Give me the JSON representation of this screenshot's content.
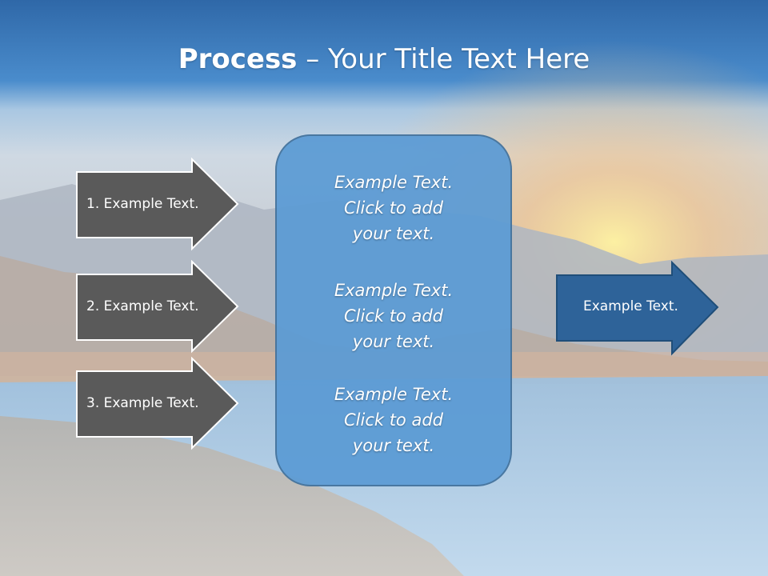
{
  "slide": {
    "title_bold": "Process",
    "title_rest": " – Your Title Text Here"
  },
  "left_steps": [
    {
      "label": "1. Example Text."
    },
    {
      "label": "2. Example Text."
    },
    {
      "label": "3. Example Text."
    }
  ],
  "center_blocks": [
    {
      "line1": "Example Text.",
      "line2": "Click  to add",
      "line3": "your text."
    },
    {
      "line1": "Example Text.",
      "line2": "Click  to add",
      "line3": "your text."
    },
    {
      "line1": "Example Text.",
      "line2": "Click  to add",
      "line3": "your text."
    }
  ],
  "right_output": {
    "label": "Example Text."
  },
  "colors": {
    "sky_top": "#3d7ab8",
    "center_fill": "#5b9bd5",
    "center_border": "#41719c",
    "step_arrow_fill": "#5a5a5a",
    "output_arrow_fill": "#2e6399"
  }
}
